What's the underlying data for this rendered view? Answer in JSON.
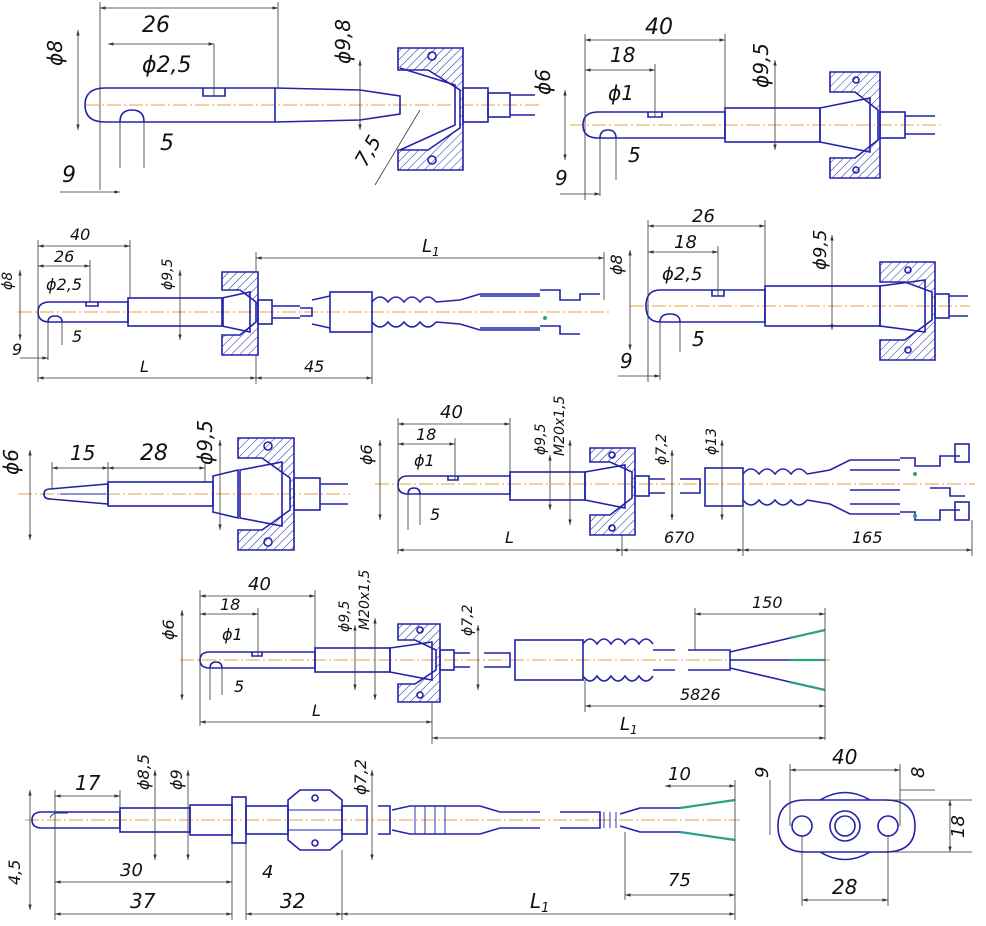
{
  "labels": {
    "d1_26": "26",
    "d1_o98": "ϕ9,8",
    "d1_o8": "ϕ8",
    "d1_o25": "ϕ2,5",
    "d1_5": "5",
    "d1_9": "9",
    "d1_75": "7,5",
    "d2_40": "40",
    "d2_18": "18",
    "d2_o95": "ϕ9,5",
    "d2_o6": "ϕ6",
    "d2_o1": "ϕ1",
    "d2_5": "5",
    "d2_9": "9",
    "d3_40": "40",
    "d3_26": "26",
    "d3_o8": "ϕ8",
    "d3_o25": "ϕ2,5",
    "d3_o95": "ϕ9,5",
    "d3_L1": "L",
    "d3_L1sub": "1",
    "d3_5": "5",
    "d3_9": "9",
    "d3_L": "L",
    "d3_45": "45",
    "d4_26": "26",
    "d4_18": "18",
    "d4_o8": "ϕ8",
    "d4_o25": "ϕ2,5",
    "d4_o95": "ϕ9,5",
    "d4_5": "5",
    "d4_9": "9",
    "d5_o6": "ϕ6",
    "d5_15": "15",
    "d5_28": "28",
    "d5_o95": "ϕ9,5",
    "d6_40": "40",
    "d6_18": "18",
    "d6_o6": "ϕ6",
    "d6_o1": "ϕ1",
    "d6_o95": "ϕ9,5",
    "d6_m20": "M20x1,5",
    "d6_o72": "ϕ7,2",
    "d6_o13": "ϕ13",
    "d6_5": "5",
    "d6_L": "L",
    "d6_670": "670",
    "d6_165": "165",
    "d7_40": "40",
    "d7_18": "18",
    "d7_o6": "ϕ6",
    "d7_o1": "ϕ1",
    "d7_o95": "ϕ9,5",
    "d7_m20": "M20x1,5",
    "d7_o72": "ϕ7,2",
    "d7_150": "150",
    "d7_5": "5",
    "d7_5826": "5826",
    "d7_L": "L",
    "d7_L1": "L",
    "d7_L1sub": "1",
    "d8_17": "17",
    "d8_o85": "ϕ8,5",
    "d8_o9": "ϕ9",
    "d8_o72": "ϕ7,2",
    "d8_10": "10",
    "d8_30": "30",
    "d8_4": "4",
    "d8_75": "75",
    "d8_37": "37",
    "d8_32": "32",
    "d8_L1": "L",
    "d8_L1sub": "1",
    "d8_side": "4,5",
    "d9_40": "40",
    "d9_9": "9",
    "d9_8": "8",
    "d9_18": "18",
    "d9_28": "28"
  }
}
